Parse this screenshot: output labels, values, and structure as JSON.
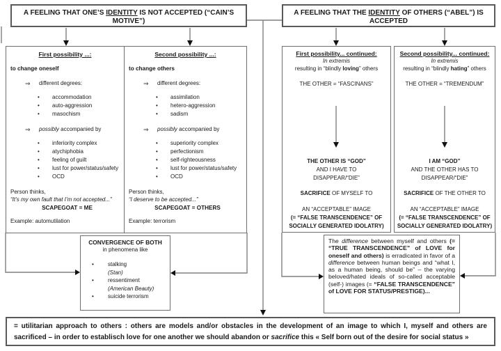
{
  "glyphs": {
    "double_arrow": "⇒",
    "bullet": "•"
  },
  "top_left_box": {
    "segments": [
      {
        "t": "A FEELING THAT ONE’S ",
        "s": "n"
      },
      {
        "t": "IDENTITY",
        "s": "u"
      },
      {
        "t": " IS NOT ACCEPTED (“CAIN’S MOTIVE”)",
        "s": "n"
      }
    ]
  },
  "top_right_box": {
    "segments": [
      {
        "t": "A FEELING THAT THE ",
        "s": "n"
      },
      {
        "t": "IDENTITY",
        "s": "u"
      },
      {
        "t": " OF OTHERS (“ABEL”) IS ACCEPTED",
        "s": "n"
      }
    ]
  },
  "col1": {
    "heading": "First possibility ...:",
    "mode": "to change oneself",
    "degrees_label": "different degrees:",
    "degrees": [
      "accommodation",
      "auto-aggression",
      "masochism"
    ],
    "accompanied_label_segments": [
      {
        "t": "possibly",
        "s": "i"
      },
      {
        "t": " accompanied by",
        "s": "n"
      }
    ],
    "accompanied": [
      "inferiority complex",
      "atychiphobia",
      "feeling of guilt",
      "lust for power/status/safety",
      "OCD"
    ],
    "person_thinks": "Person thinks,",
    "person_quote": "“It’s my own fault that I’m not accepted...”",
    "scapegoat": "SCAPEGOAT = ME",
    "example": "Example: automutilation"
  },
  "col2": {
    "heading": "Second possibility ...:",
    "mode": "to change others",
    "degrees_label": "different degrees:",
    "degrees": [
      "assimilation",
      "hetero-aggression",
      "sadism"
    ],
    "accompanied_label_segments": [
      {
        "t": "possibly",
        "s": "i"
      },
      {
        "t": " accompanied by",
        "s": "n"
      }
    ],
    "accompanied": [
      "superiority complex",
      "perfectionism",
      "self-righteousness",
      "lust for power/status/safety",
      "OCD"
    ],
    "person_thinks": "Person thinks,",
    "person_quote": "“I deserve to be accepted...”",
    "scapegoat": "SCAPEGOAT = OTHERS",
    "example": "Example: terrorism"
  },
  "col3": {
    "heading": "First possibility... continued:",
    "in_extremis": "In extremis",
    "resulting_segments": [
      {
        "t": "resulting in “blindly ",
        "s": "n"
      },
      {
        "t": "loving",
        "s": "b"
      },
      {
        "t": "” others",
        "s": "n"
      }
    ],
    "the_other": "THE OTHER = “FASCINANS”",
    "god_line1": "THE OTHER IS “GOD”",
    "god_line2": "AND I HAVE TO",
    "god_line3": "DISAPPEAR/“DIE”",
    "sacrifice_segments": [
      {
        "t": "SACRIFICE",
        "s": "b"
      },
      {
        "t": " OF MYSELF TO",
        "s": "n"
      }
    ],
    "image_line": "AN “ACCEPTABLE” IMAGE",
    "false_line1": "(= “FALSE TRANSCENDENCE” OF",
    "false_line2": "SOCIALLY GENERATED IDOLATRY)"
  },
  "col4": {
    "heading": "Second possibility... continued:",
    "in_extremis": "In extremis",
    "resulting_segments": [
      {
        "t": "resulting in “blindly ",
        "s": "n"
      },
      {
        "t": "hating",
        "s": "b"
      },
      {
        "t": "” others",
        "s": "n"
      }
    ],
    "the_other": "THE OTHER = “TREMENDUM”",
    "god_line1": "I AM “GOD”",
    "god_line2": "AND THE OTHER HAS TO",
    "god_line3": "DISAPPEAR/“DIE”",
    "sacrifice_segments": [
      {
        "t": "SACRIFICE",
        "s": "b"
      },
      {
        "t": " OF THE OTHER TO",
        "s": "n"
      }
    ],
    "image_line": "AN “ACCEPTABLE” IMAGE",
    "false_line1": "(= “FALSE TRANSCENDENCE” OF",
    "false_line2": "SOCIALLY GENERATED IDOLATRY)"
  },
  "convergence": {
    "title": "CONVERGENCE OF BOTH",
    "subtitle": "in phenomena like",
    "items": [
      {
        "main": "stalking",
        "sub": "(Stan)"
      },
      {
        "main": "ressentiment",
        "sub": "(American Beauty)"
      },
      {
        "main": "suicide terrorism"
      }
    ]
  },
  "difference_box": {
    "segments": [
      {
        "t": "The ",
        "s": "n"
      },
      {
        "t": "difference",
        "s": "i"
      },
      {
        "t": " between myself and others ",
        "s": "n"
      },
      {
        "t": "(= “TRUE TRANSCENDENCE” of LOVE for oneself and others)",
        "s": "b"
      },
      {
        "t": " is erradicated in favor of a ",
        "s": "n"
      },
      {
        "t": "difference",
        "s": "i"
      },
      {
        "t": " between human beings and “what I, as a human being, should be” – the varying beloved/hated ideals of so-called acceptable (self-) images (= ",
        "s": "n"
      },
      {
        "t": "“FALSE TRANSCENDENCE” of LOVE FOR STATUS/PRESTIGE)",
        "s": "b"
      },
      {
        "t": "...",
        "s": "b"
      }
    ]
  },
  "banner": {
    "segments": [
      {
        "t": "= utilitarian approach to others : others are models and/or obstacles in the development of an image to which I, myself and others are sacrificed – in order to establisch love for one another we should abandon or ",
        "s": "b"
      },
      {
        "t": "sacrifice",
        "s": "bi"
      },
      {
        "t": " this « Self born out of the desire for social status »",
        "s": "b"
      }
    ]
  },
  "colors": {
    "border_thin": "#6f6f6f",
    "border_thick": "#595959",
    "line": "#7f7f7f",
    "arrowhead": "#111111",
    "text": "#1a1a1a",
    "background": "#ffffff"
  }
}
